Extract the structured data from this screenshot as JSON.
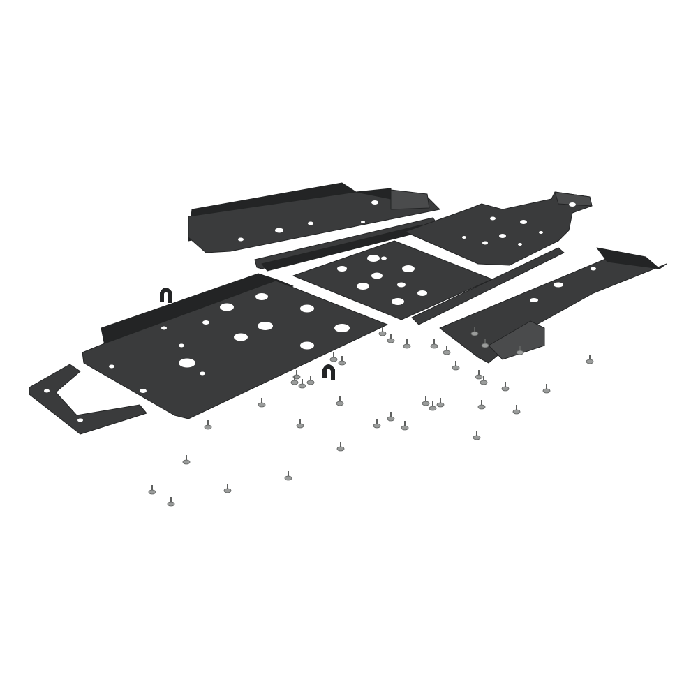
{
  "colors": {
    "background": "#ffffff",
    "plate": "#3a3b3c",
    "plate_edge": "#232425",
    "plate_highlight": "#4a4b4c",
    "hole": "#ffffff",
    "bolt": "#9a9c9b",
    "bolt_dark": "#5e605f"
  },
  "parts": [
    "front-plate",
    "center-plate",
    "rear-plate",
    "left-rocker-guard",
    "right-rocker-guard",
    "left-strip",
    "right-strip",
    "front-bracket",
    "tow-hook-left",
    "tow-hook-right",
    "bolts"
  ]
}
